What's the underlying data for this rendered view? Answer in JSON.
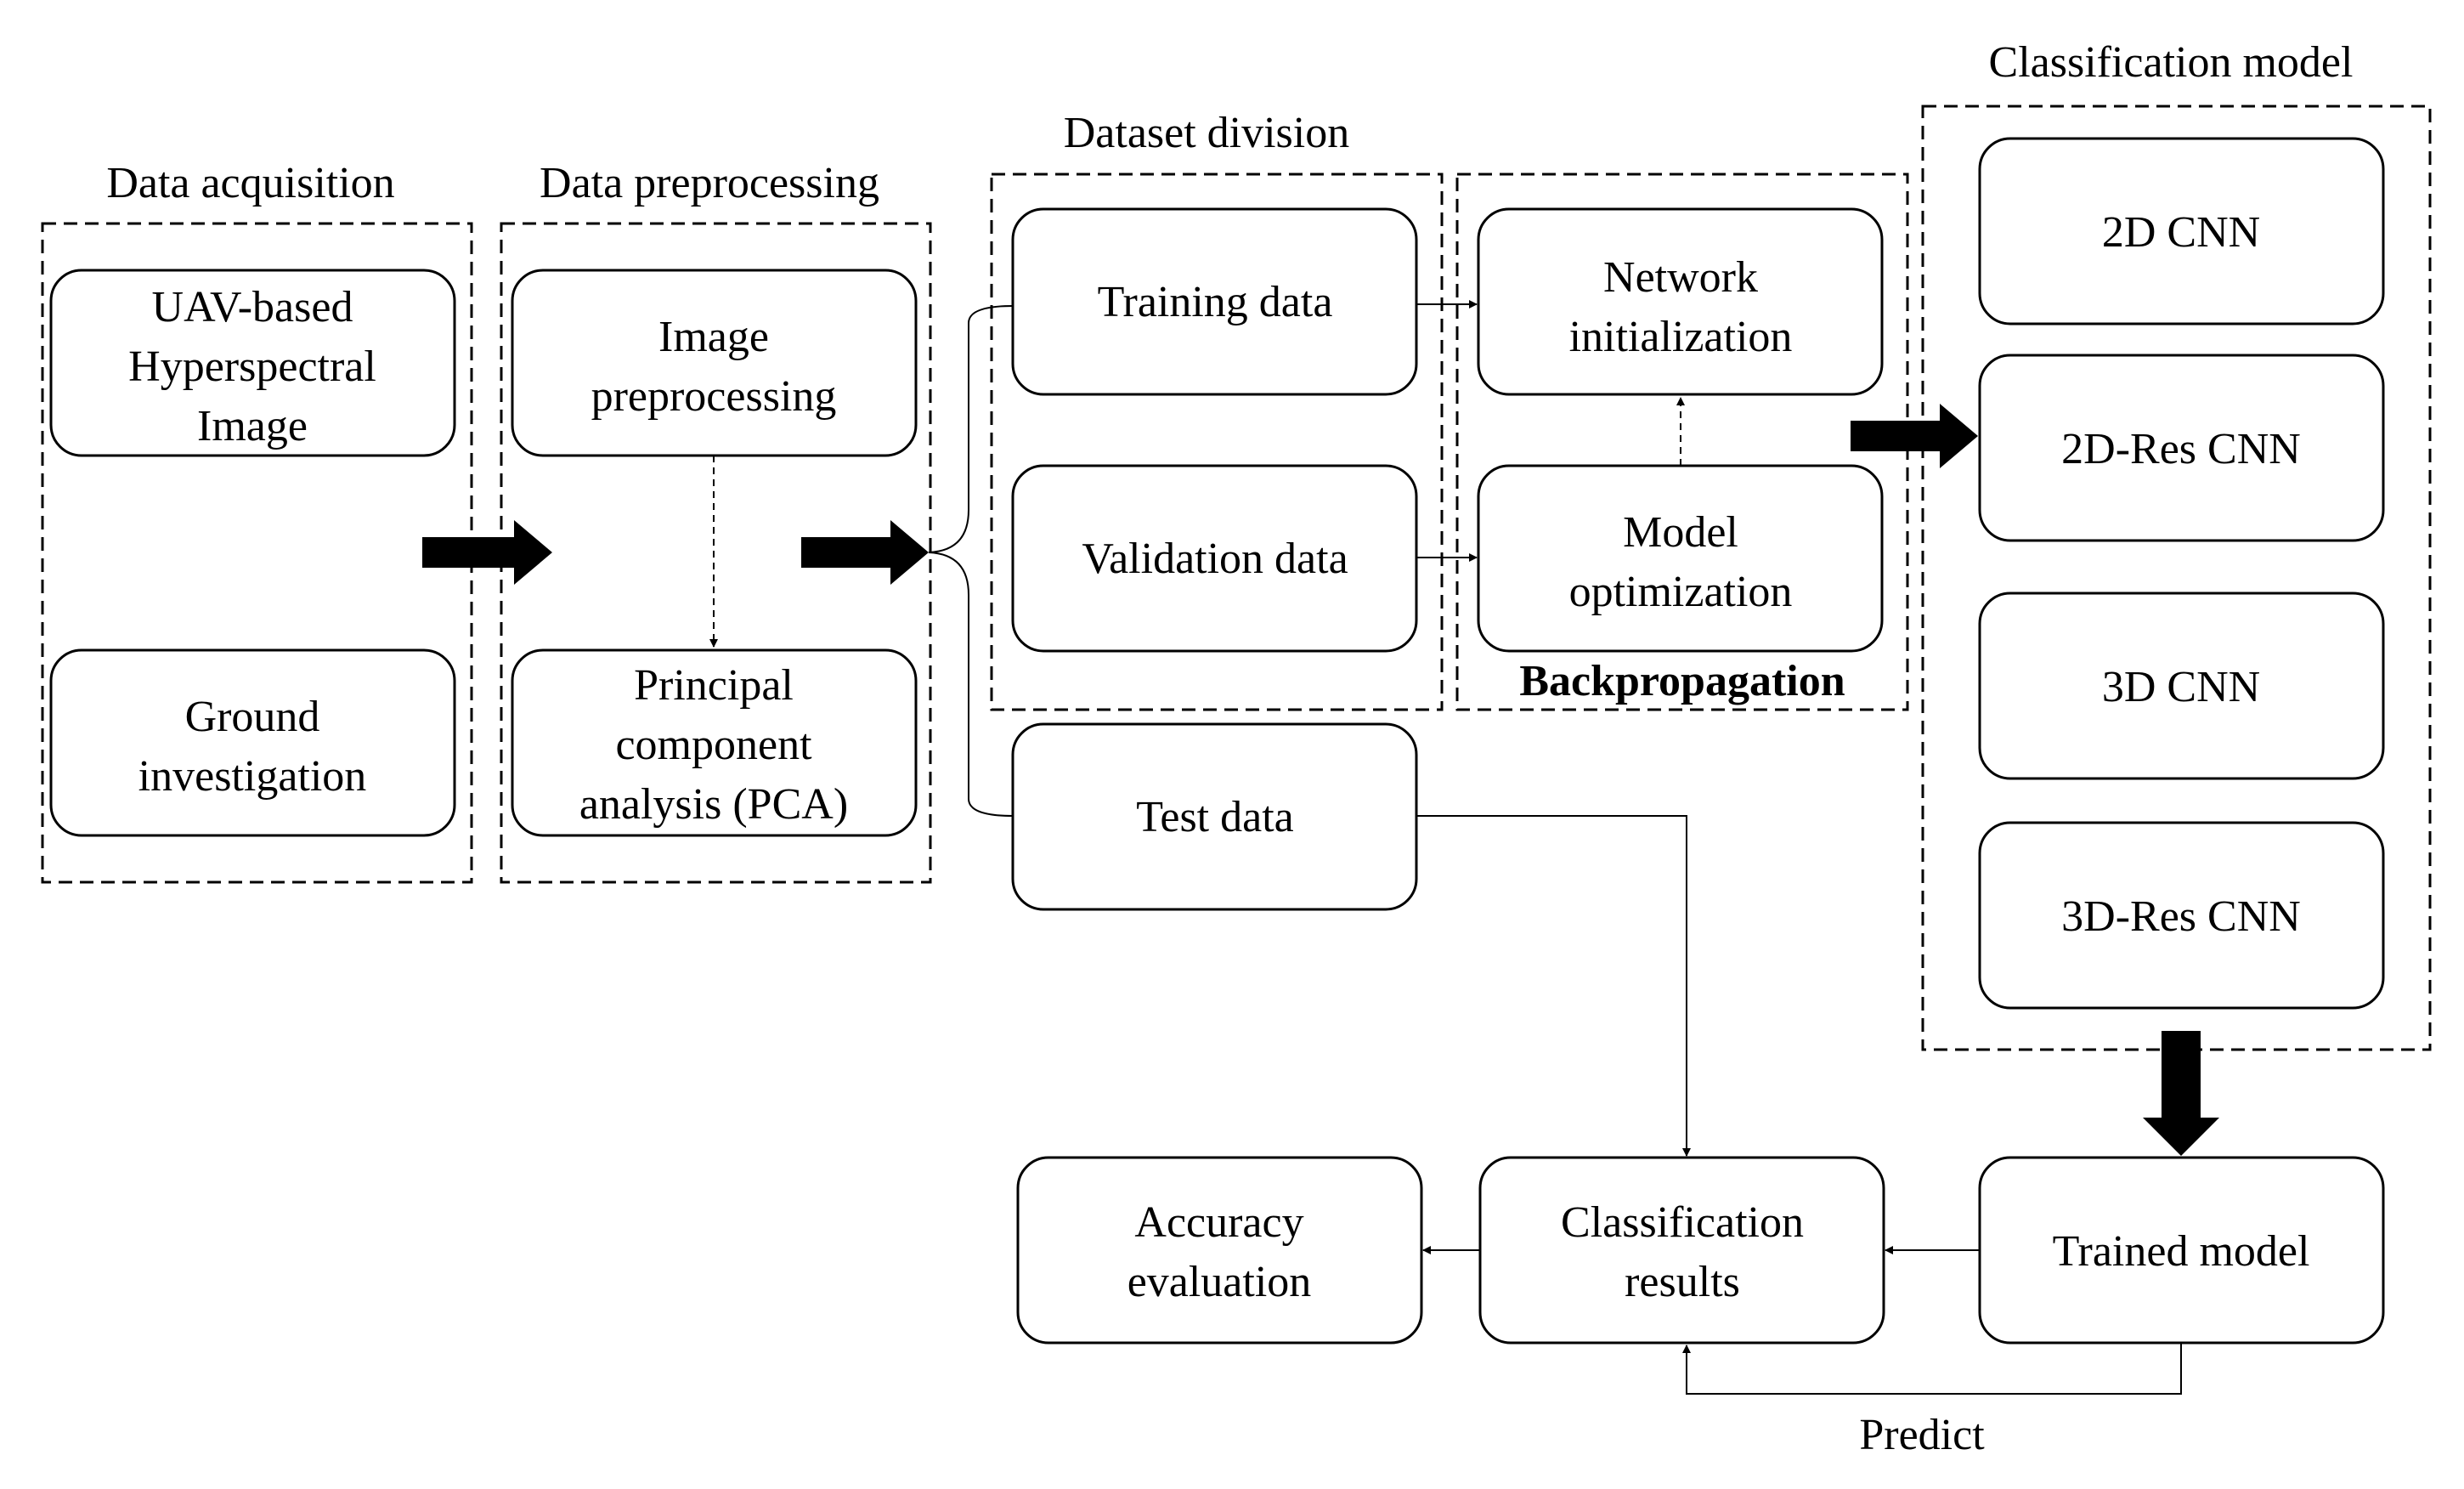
{
  "groups": {
    "acquisition": "Data acquisition",
    "preprocessing": "Data preprocessing",
    "division": "Dataset division",
    "classification": "Classification model",
    "backprop": "Backpropagation"
  },
  "nodes": {
    "uav": [
      "UAV-based",
      "Hyperspectral",
      "Image"
    ],
    "ground": [
      "Ground",
      "investigation"
    ],
    "image_pre": [
      "Image",
      "preprocessing"
    ],
    "pca": [
      "Principal",
      "component",
      "analysis (PCA)"
    ],
    "training": [
      "Training data"
    ],
    "validation": [
      "Validation data"
    ],
    "test": [
      "Test data"
    ],
    "net_init": [
      "Network",
      "initialization"
    ],
    "model_opt": [
      "Model",
      "optimization"
    ],
    "cnn2d": [
      "2D CNN"
    ],
    "res2d": [
      "2D-Res CNN"
    ],
    "cnn3d": [
      "3D CNN"
    ],
    "res3d": [
      "3D-Res CNN"
    ],
    "trained": [
      "Trained model"
    ],
    "results": [
      "Classification",
      "results"
    ],
    "accuracy": [
      "Accuracy",
      "evaluation"
    ]
  },
  "edges": {
    "predict": "Predict"
  }
}
